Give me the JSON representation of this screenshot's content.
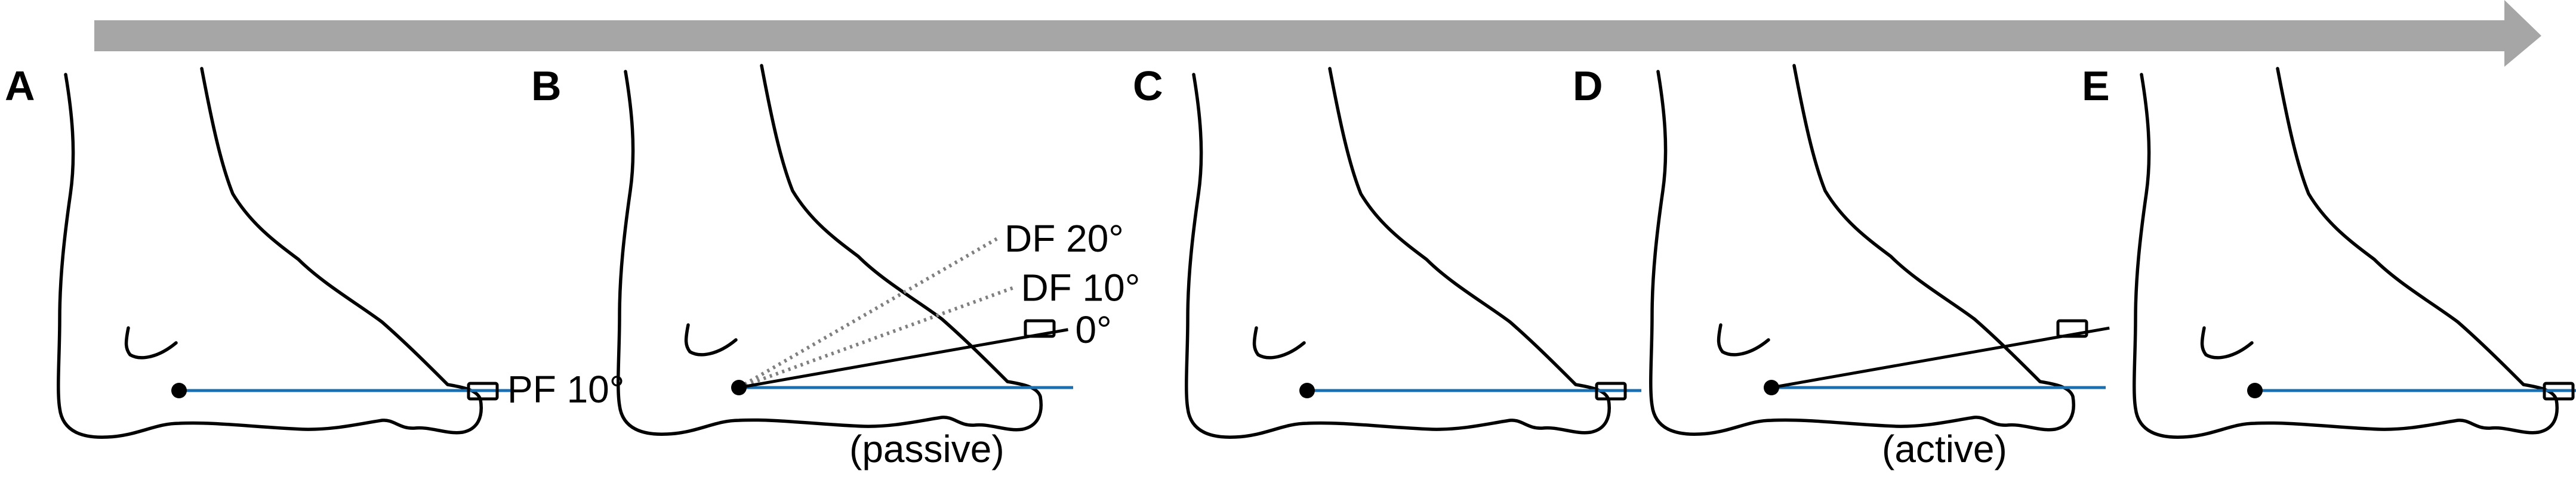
{
  "colors": {
    "arrow": "#a6a6a6",
    "baseline": "#1a6fb0",
    "outline": "#000000",
    "dotted_line": "#808080"
  },
  "panels": [
    {
      "letter": "A",
      "toe_angle_deg": -10,
      "angle_label": "PF 10°",
      "mode_label": ""
    },
    {
      "letter": "B",
      "toe_angle_deg": 0,
      "angle_label": "",
      "mode_label": "(passive)",
      "reference_lines": [
        {
          "label": "DF 20°",
          "angle_deg": 20,
          "style": "dotted"
        },
        {
          "label": "DF 10°",
          "angle_deg": 10,
          "style": "dotted"
        },
        {
          "label": "0°",
          "angle_deg": 0,
          "style": "solid"
        }
      ]
    },
    {
      "letter": "C",
      "toe_angle_deg": -10,
      "angle_label": "",
      "mode_label": ""
    },
    {
      "letter": "D",
      "toe_angle_deg": 0,
      "angle_label": "",
      "mode_label": "(active)"
    },
    {
      "letter": "E",
      "toe_angle_deg": -10,
      "angle_label": "",
      "mode_label": ""
    }
  ]
}
